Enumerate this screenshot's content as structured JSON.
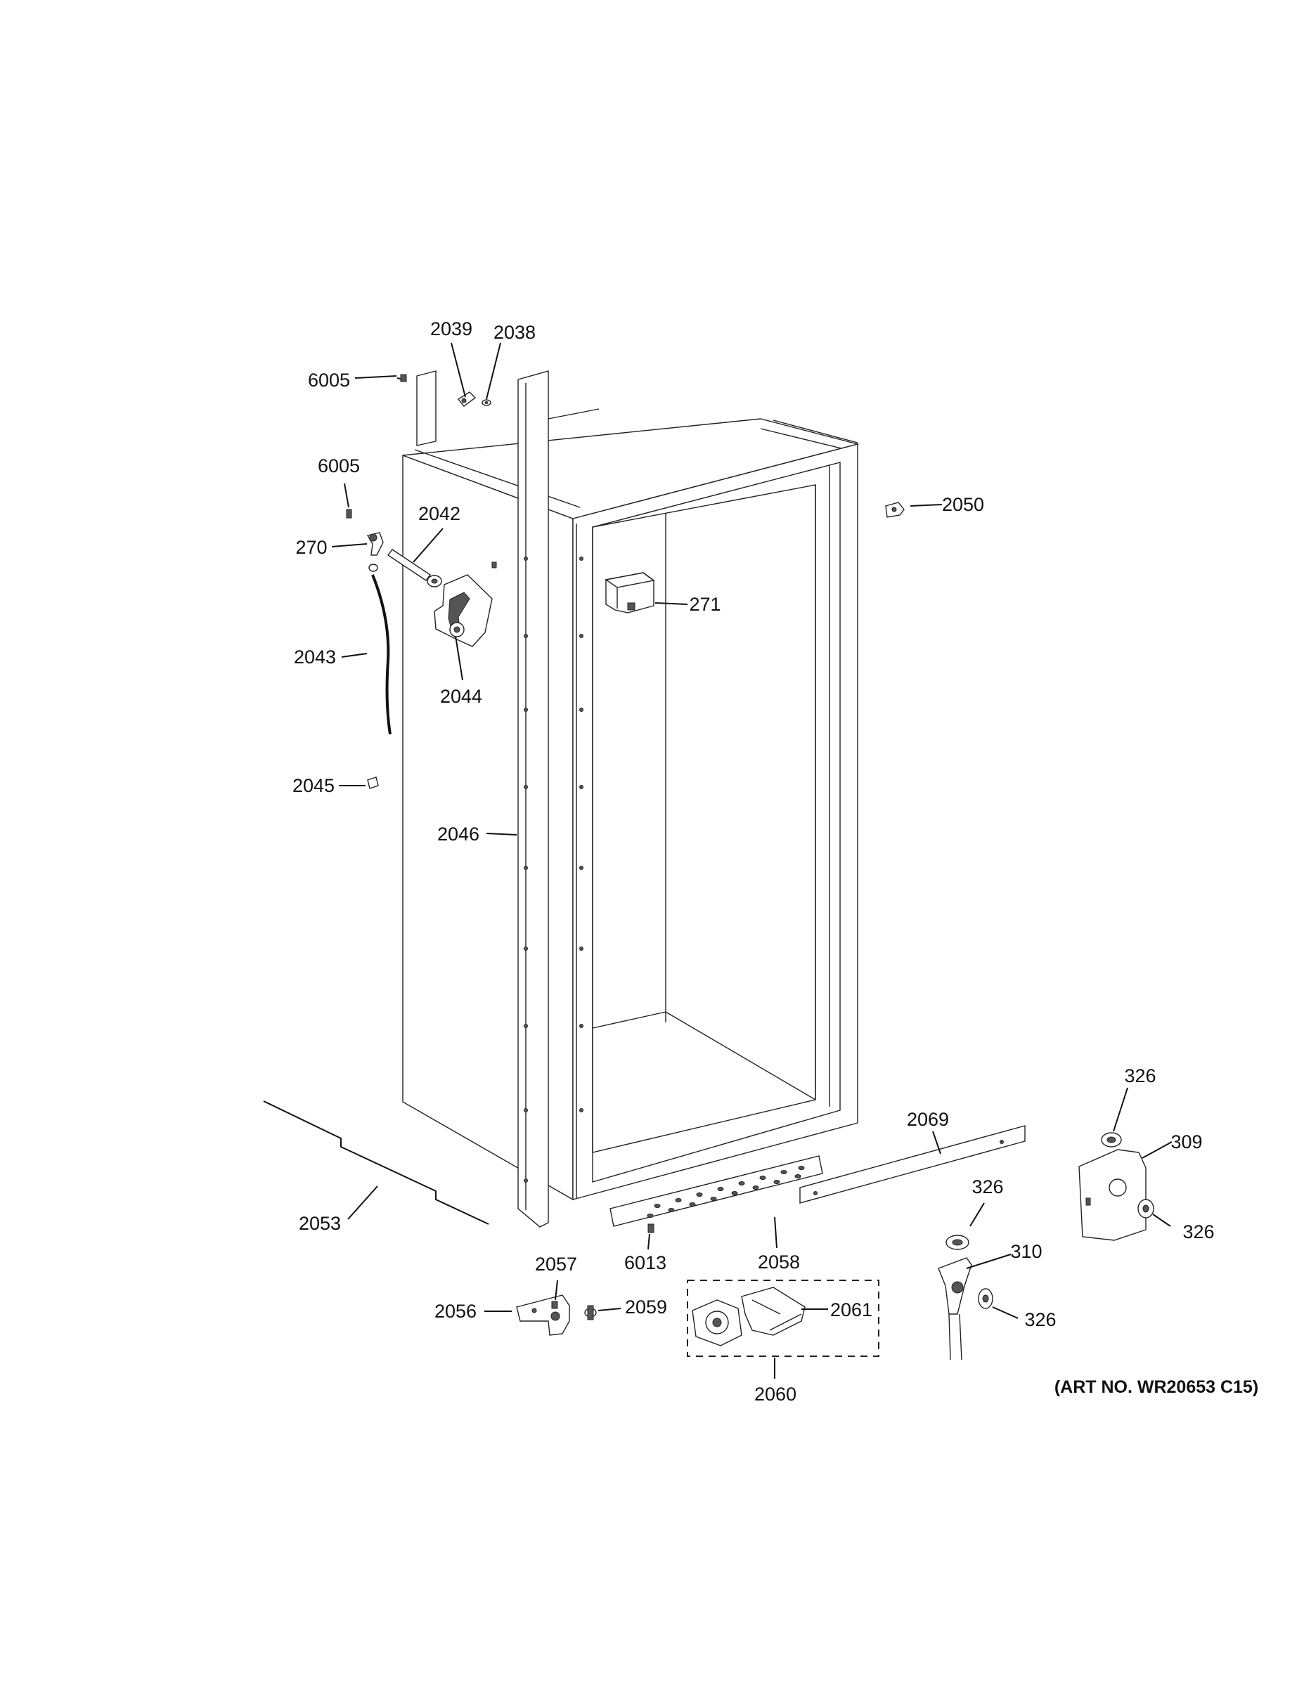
{
  "callouts": {
    "c2039": "2039",
    "c2038": "2038",
    "c6005a": "6005",
    "c6005b": "6005",
    "c2042": "2042",
    "c270": "270",
    "c2050": "2050",
    "c271": "271",
    "c2043": "2043",
    "c2044": "2044",
    "c2045": "2045",
    "c2046": "2046",
    "c326a": "326",
    "c2069": "2069",
    "c309": "309",
    "c326b": "326",
    "c326c": "326",
    "c2053": "2053",
    "c2058": "2058",
    "c6013": "6013",
    "c2057": "2057",
    "c310": "310",
    "c2056": "2056",
    "c2059": "2059",
    "c2061": "2061",
    "c326d": "326",
    "c2060": "2060"
  },
  "art_number": "(ART NO. WR20653 C15)"
}
